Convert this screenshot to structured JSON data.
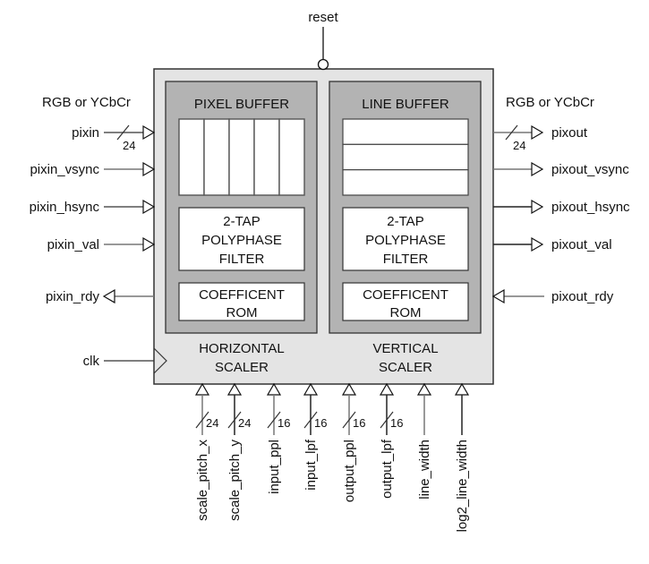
{
  "diagram": {
    "reset_label": "reset",
    "left_group_label": "RGB or YCbCr",
    "right_group_label": "RGB or YCbCr",
    "colors": {
      "outer_block": "#e4e4e4",
      "inner_block": "#b3b3b3",
      "sub_block": "#ffffff",
      "line_dark": "#111111",
      "line_gray": "#777777"
    },
    "left_ports": [
      {
        "name": "pixin",
        "direction": "in",
        "bus_width": "24"
      },
      {
        "name": "pixin_vsync",
        "direction": "in",
        "bus_width": ""
      },
      {
        "name": "pixin_hsync",
        "direction": "in",
        "bus_width": ""
      },
      {
        "name": "pixin_val",
        "direction": "in",
        "bus_width": ""
      },
      {
        "name": "pixin_rdy",
        "direction": "out",
        "bus_width": ""
      },
      {
        "name": "clk",
        "direction": "clock",
        "bus_width": ""
      }
    ],
    "right_ports": [
      {
        "name": "pixout",
        "direction": "out",
        "bus_width": "24"
      },
      {
        "name": "pixout_vsync",
        "direction": "out",
        "bus_width": ""
      },
      {
        "name": "pixout_hsync",
        "direction": "out",
        "bus_width": ""
      },
      {
        "name": "pixout_val",
        "direction": "out",
        "bus_width": ""
      },
      {
        "name": "pixout_rdy",
        "direction": "in",
        "bus_width": ""
      }
    ],
    "bottom_ports": [
      {
        "name": "scale_pitch_x",
        "bus_width": "24"
      },
      {
        "name": "scale_pitch_y",
        "bus_width": "24"
      },
      {
        "name": "input_ppl",
        "bus_width": "16"
      },
      {
        "name": "input_lpf",
        "bus_width": "16"
      },
      {
        "name": "output_ppl",
        "bus_width": "16"
      },
      {
        "name": "output_lpf",
        "bus_width": "16"
      },
      {
        "name": "line_width",
        "bus_width": ""
      },
      {
        "name": "log2_line_width",
        "bus_width": ""
      }
    ],
    "horizontal_scaler": {
      "title_lines": [
        "HORIZONTAL",
        "SCALER"
      ],
      "buffer_title": "PIXEL BUFFER",
      "buffer_cells": 5,
      "filter_lines": [
        "2-TAP",
        "POLYPHASE",
        "FILTER"
      ],
      "rom_lines": [
        "COEFFICENT",
        "ROM"
      ]
    },
    "vertical_scaler": {
      "title_lines": [
        "VERTICAL",
        "SCALER"
      ],
      "buffer_title": "LINE BUFFER",
      "buffer_cells": 3,
      "filter_lines": [
        "2-TAP",
        "POLYPHASE",
        "FILTER"
      ],
      "rom_lines": [
        "COEFFICENT",
        "ROM"
      ]
    }
  }
}
